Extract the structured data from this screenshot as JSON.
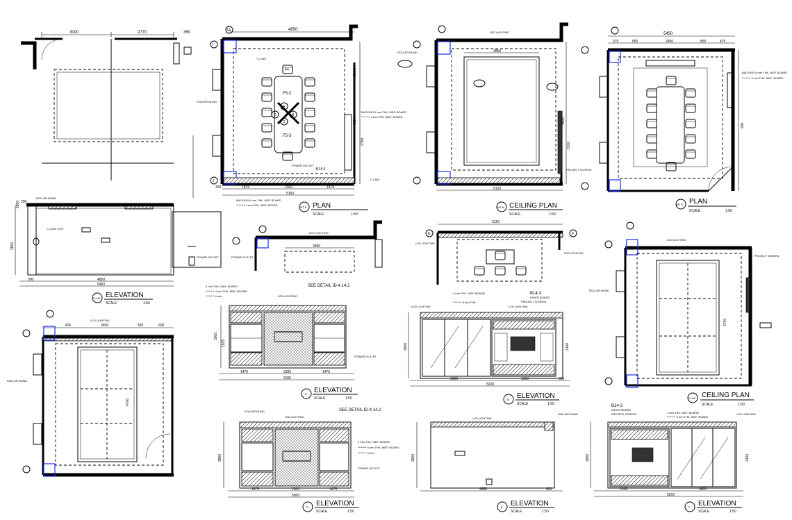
{
  "panels": {
    "p1": {
      "dims": [
        "3000",
        "2770",
        "350"
      ]
    },
    "p2": {
      "grid": [
        "7A",
        "I",
        "J"
      ],
      "dims_top": [
        "4850"
      ],
      "dims_bottom": [
        "300",
        "1875",
        "2300",
        "1475",
        "5150"
      ],
      "dims_side": [
        "3000",
        "2750",
        "600"
      ],
      "tags": [
        "F4",
        "F5-2",
        "F5-3",
        "A",
        "B",
        "C",
        "D"
      ],
      "notes": {
        "cline": "C-LINE",
        "roller": "ROLLER BLIND",
        "backing": "BACKING 6 mm.THK. MDF. BOARD",
        "backing2": "******** 4 mm.THK. MDF. BOARD",
        "power": "POWER OUTLET",
        "b143": "B14-3",
        "cline2": "C-LINE",
        "backing_bottom": "BACKING 6 mm.THK. MDF. BOARD",
        "backing_bottom2": "******** 4 mm.THK. MDF. BOARD"
      },
      "title": "PLAN",
      "tag": "MT-8",
      "scale": "SCALE",
      "ratio": "1:50"
    },
    "p3": {
      "led": "LED LIGHTING",
      "roller": "ROLLER BLIND",
      "screen": "PROJECT SCREEN",
      "dims_top": [
        "2850"
      ],
      "dims_bottom": [
        "5150"
      ],
      "dims_side": [
        "3000",
        "2100"
      ],
      "title": "CEILING PLAN",
      "tag": "MT-8",
      "scale": "SCALE",
      "ratio": "1:50"
    },
    "p4": {
      "dims_top": [
        "5450",
        "375",
        "850",
        "2400",
        "850",
        "475"
      ],
      "dims_side": [
        "900"
      ],
      "backing": "BACKING 6 mm.THK. MDF. BOARD",
      "backing2": "******** 4 mm.THK. MDF. BOARD",
      "title": "PLAN",
      "tag": "MT-5",
      "scale": "SCALE",
      "ratio": "1:50"
    },
    "p5": {
      "roller": "ROLLER BLIND",
      "led": "LED LIGHTING",
      "dims_bottom": [
        "4850",
        "300",
        "5450"
      ],
      "dims_side": [
        "2800",
        "2850",
        "200"
      ],
      "cline": "C-LINE 1075",
      "title": "ELEVATION",
      "tag": "D-1/8",
      "scale": "SCALE",
      "ratio": "1:50"
    },
    "p6": {
      "power": "POWER OUTLET"
    },
    "p7": {
      "led": "LED LIGHTING",
      "dims_top": [
        "2850"
      ],
      "power": "POWER OUTLET"
    },
    "p8": {
      "dims_top": [
        "5150"
      ],
      "led": "LED LIGHTING",
      "grid": [
        "E",
        "F"
      ]
    },
    "p9": {
      "led": "LED LIGHTING",
      "roller": "ROLLER BLIND",
      "screen": "PROJECT SCREEN",
      "dims_side": [
        "4700"
      ],
      "title": "CEILING PLAN",
      "tag": "D-1/8",
      "scale": "SCALE",
      "ratio": "1:50"
    },
    "p10": {
      "dims_top": [
        "825",
        "2400",
        "825",
        "600"
      ],
      "dims_side": [
        "4700"
      ],
      "led": "LED LIGHTING",
      "roller": "ROLLER BLIND"
    },
    "p11": {
      "notes": [
        "6 mm.THK. MDF. BOARD",
        "******** 4 mm.THK. MDF. BOARD",
        "******** 6 mm."
      ],
      "detail": "SEE DETAIL ID-4.14.2",
      "led": "LED LIGHTING",
      "power": "POWER OUTLET",
      "dims_bottom": [
        "1475",
        "2300",
        "1475",
        "5000"
      ],
      "dims_side": [
        "2800",
        "1925"
      ],
      "title": "ELEVATION",
      "tag": "A",
      "scale": "SCALE",
      "ratio": "1:50"
    },
    "p12": {
      "led": "LED LIGHTING",
      "whiteboard": "WHITE BOARD",
      "screen": "PROJECT SCREEN",
      "b143": "B14-3",
      "notes": [
        "4 mm.THK. MDF. BOARD",
        "******** 6 mm.THK."
      ],
      "dims_bottom": [
        "3000",
        "1900",
        "350",
        "5200"
      ],
      "dims_side": [
        "2800",
        "2100"
      ],
      "title": "ELEVATION",
      "tag": "B",
      "scale": "SCALE",
      "ratio": "1:50"
    },
    "p13": {
      "roller": "ROLLER BLIND",
      "led": "LED LIGHTING",
      "detail": "SEE DETAIL ID-4.14.2",
      "notes": [
        "4 mm.THK. MDF. BOARD",
        "******** 6 mm.THK. MDF. BOARD",
        "******** 6 mm."
      ],
      "power": "POWER OUTLET",
      "dims_bottom": [
        "1875",
        "2300",
        "1475",
        "5000"
      ],
      "dims_side": [
        "2800"
      ],
      "title": "ELEVATION",
      "tag": "D",
      "scale": "SCALE",
      "ratio": "1:50"
    },
    "p14": {
      "led": "LED LIGHTING",
      "roller": "ROLLER BLIND",
      "dims_bottom": [
        "4850",
        "600"
      ],
      "dims_side": [
        "2800"
      ],
      "title": "ELEVATION",
      "tag": "E",
      "scale": "SCALE",
      "ratio": "1:50"
    },
    "p15": {
      "b143": "B14-3",
      "whiteboard": "WHITE BOARD",
      "screen": "PROJECT SCREEN",
      "notes": [
        "4 mm.THK. MDF. BOARD",
        "******** 6 mm.THK. MDF. BOARD"
      ],
      "led": "LED LIGHTING",
      "dims_bottom": [
        "1200",
        "5200",
        "3000"
      ],
      "dims_side": [
        "2800",
        "2100"
      ],
      "title": "ELEVATION",
      "tag": "F",
      "scale": "SCALE",
      "ratio": "1:50"
    }
  },
  "colors": {
    "ink": "#000000",
    "grid_marker": "#1a2cff",
    "highlight": "#d400d4"
  }
}
